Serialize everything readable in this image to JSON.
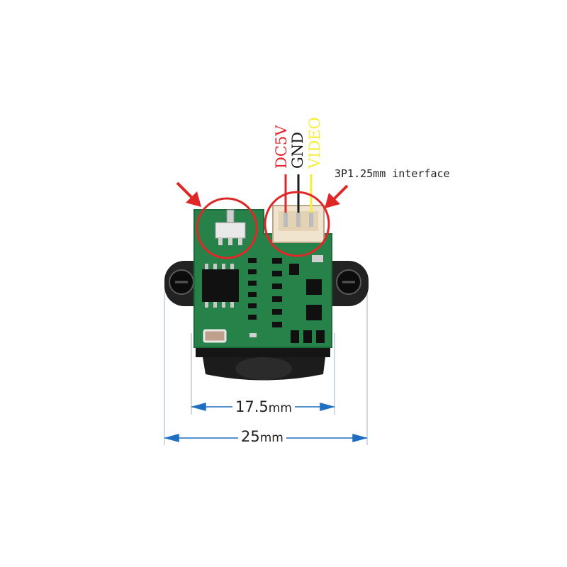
{
  "wires": {
    "dc5v": {
      "label": "DC5V",
      "color": "#e5232b"
    },
    "gnd": {
      "label": "GND",
      "color": "#1a1a1a"
    },
    "video": {
      "label": "VIDEO",
      "color": "#f7ee33"
    }
  },
  "connector_callout": {
    "label": "3P1.25mm interface"
  },
  "dimensions": {
    "inner": {
      "value": "17.5",
      "unit": "mm"
    },
    "outer": {
      "value": "25",
      "unit": "mm"
    }
  },
  "colors": {
    "pcb": "#27824a",
    "highlight": "#e02727",
    "dimension_line": "#1e6fc4"
  }
}
